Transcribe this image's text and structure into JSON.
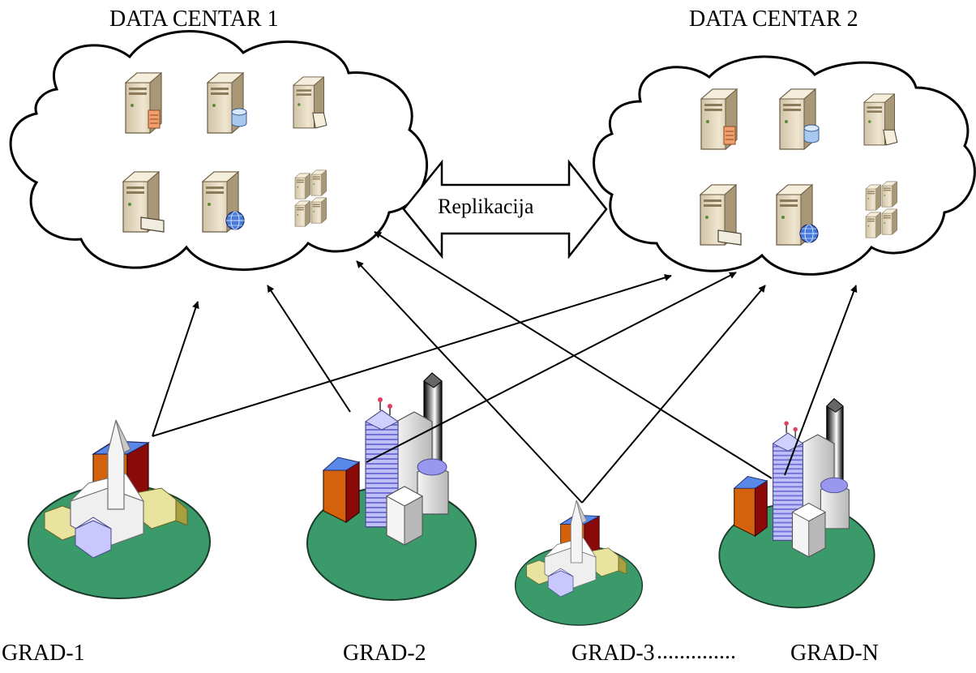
{
  "datacenters": {
    "dc1": {
      "title": "DATA CENTAR 1"
    },
    "dc2": {
      "title": "DATA CENTAR 2"
    }
  },
  "replication": {
    "label": "Replikacija"
  },
  "cities": [
    {
      "label": "GRAD-1",
      "style": "church"
    },
    {
      "label": "GRAD-2",
      "style": "skyscrapers"
    },
    {
      "label": "GRAD-3",
      "style": "church"
    },
    {
      "label": "GRAD-N",
      "style": "skyscrapers"
    }
  ],
  "ellipsis": "..............",
  "server_icons": [
    "web-server-icon",
    "database-server-icon",
    "file-server-icon",
    "mail-server-icon",
    "internet-server-icon",
    "server-cluster-icon"
  ],
  "colors": {
    "cloud_fill": "#ffffff",
    "cloud_stroke": "#000000",
    "server_body": "#e9dcc2",
    "server_dark": "#b8a888",
    "island": "#3a9a6a",
    "orange": "#d4620c",
    "maroon": "#8a0a0a",
    "blue_top": "#5a88e8",
    "lavender": "#a8a8f0"
  }
}
